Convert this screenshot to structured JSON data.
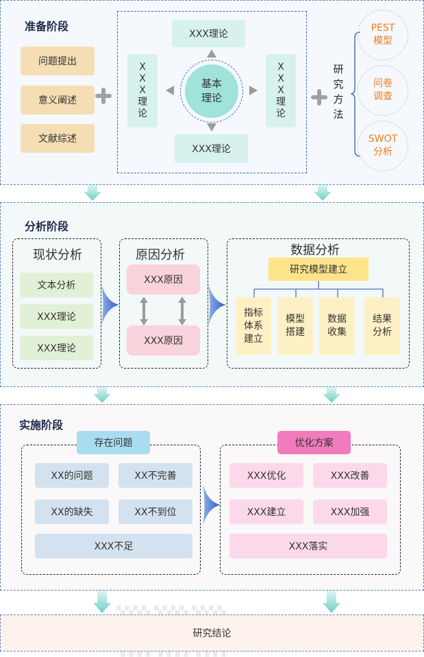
{
  "stage1": {
    "title": "准备阶段",
    "left_items": [
      "问题提出",
      "意义阐述",
      "文献综述"
    ],
    "top_theory": "XXX理论",
    "center_line1": "基本",
    "center_line2": "理论",
    "bottom_theory": "XXX理论",
    "left_vertical": [
      "X",
      "X",
      "X",
      "理",
      "论"
    ],
    "right_vertical": [
      "X",
      "X",
      "X",
      "理",
      "论"
    ],
    "method_label": [
      "研",
      "究",
      "方",
      "法"
    ],
    "methods": [
      {
        "line1": "PEST",
        "line2": "模型"
      },
      {
        "line1": "问卷",
        "line2": "调查"
      },
      {
        "line1": "SWOT",
        "line2": "分析"
      }
    ]
  },
  "stage2": {
    "title": "分析阶段",
    "status_title": "现状分析",
    "status_items": [
      "文本分析",
      "XXX理论",
      "XXX理论"
    ],
    "cause_title": "原因分析",
    "cause_items": [
      "XXX原因",
      "XXX原因"
    ],
    "data_title": "数据分析",
    "model_build": "研究模型建立",
    "data_items": [
      [
        "指标",
        "体系",
        "建立"
      ],
      [
        "模型",
        "搭建"
      ],
      [
        "数据",
        "收集"
      ],
      [
        "结果",
        "分析"
      ]
    ]
  },
  "stage3": {
    "title": "实施阶段",
    "problems_title": "存在问题",
    "problems": [
      "XX的问题",
      "XX不完善",
      "XX的缺失",
      "XX不到位",
      "XXX不足"
    ],
    "solutions_title": "优化方案",
    "solutions": [
      "XXX优化",
      "XXX改善",
      "XXX建立",
      "XXX加强",
      "XXX落实"
    ]
  },
  "conclusion": "研究结论",
  "colors": {
    "teal": "#d7f2ee",
    "tan": "#f5deb3",
    "orange": "#f07c1a",
    "accent_blue": "#3a64ad",
    "pink_title": "#f07bbd",
    "sky_title": "#a9dcef"
  }
}
